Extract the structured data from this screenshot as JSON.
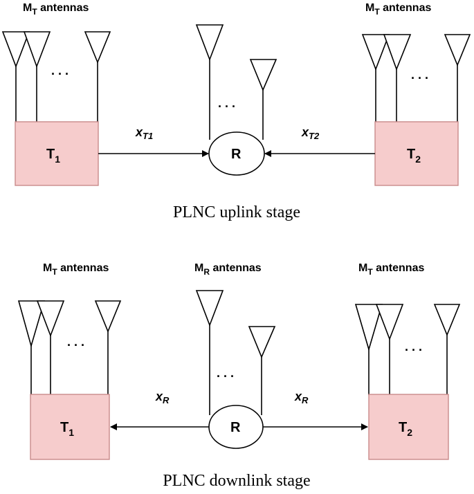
{
  "uplink": {
    "left_antenna_label": "M",
    "left_antenna_sub": "T",
    "left_antenna_rest": " antennas",
    "right_antenna_label": "M",
    "right_antenna_sub": "T",
    "right_antenna_rest": " antennas",
    "left_node": "T",
    "left_node_sub": "1",
    "right_node": "T",
    "right_node_sub": "2",
    "relay": "R",
    "signal_left": "x",
    "signal_left_sub": "T1",
    "signal_right": "x",
    "signal_right_sub": "T2",
    "caption": "PLNC uplink stage"
  },
  "downlink": {
    "left_antenna_label": "M",
    "left_antenna_sub": "T",
    "left_antenna_rest": " antennas",
    "relay_antenna_label": "M",
    "relay_antenna_sub": "R",
    "relay_antenna_rest": " antennas",
    "right_antenna_label": "M",
    "right_antenna_sub": "T",
    "right_antenna_rest": " antennas",
    "left_node": "T",
    "left_node_sub": "1",
    "right_node": "T",
    "right_node_sub": "2",
    "relay": "R",
    "signal_left": "x",
    "signal_left_sub": "R",
    "signal_right": "x",
    "signal_right_sub": "R",
    "caption": "PLNC downlink stage"
  },
  "ellipsis": ". . .",
  "colors": {
    "node_fill": "#f6cccc",
    "node_stroke": "#c98a8a",
    "line": "#000000"
  }
}
